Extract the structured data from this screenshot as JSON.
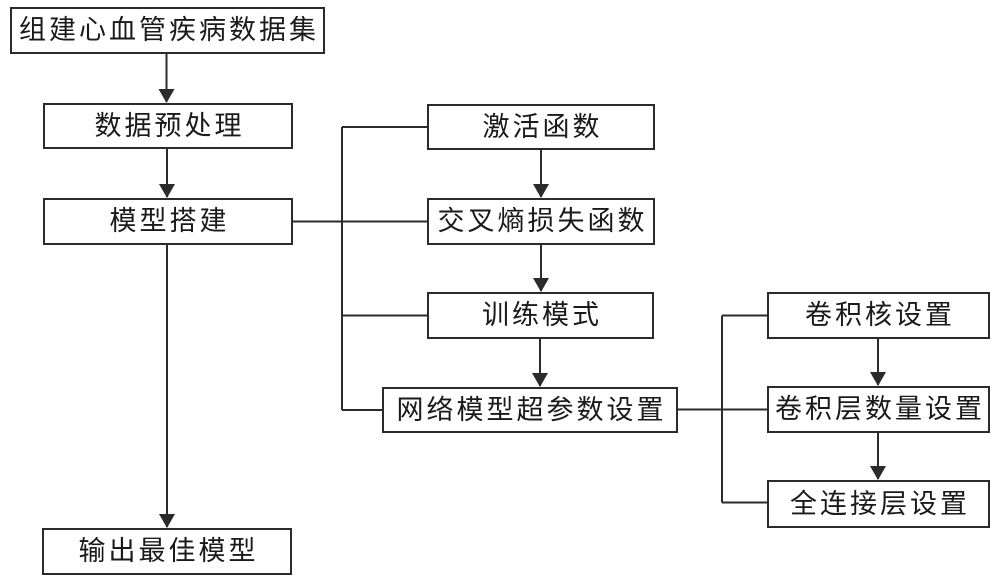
{
  "flowchart": {
    "nodes": {
      "build_dataset": {
        "label": "组建心血管疾病数据集"
      },
      "preprocess": {
        "label": "数据预处理"
      },
      "model_build": {
        "label": "模型搭建"
      },
      "output_model": {
        "label": "输出最佳模型"
      },
      "activation": {
        "label": "激活函数"
      },
      "cross_entropy": {
        "label": "交叉熵损失函数"
      },
      "training_mode": {
        "label": "训练模式"
      },
      "hyperparams": {
        "label": "网络模型超参数设置"
      },
      "conv_kernel": {
        "label": "卷积核设置"
      },
      "conv_layers": {
        "label": "卷积层数量设置"
      },
      "fc_layer": {
        "label": "全连接层设置"
      }
    },
    "edges": [
      {
        "from": "build_dataset",
        "to": "preprocess",
        "type": "arrow"
      },
      {
        "from": "preprocess",
        "to": "model_build",
        "type": "arrow"
      },
      {
        "from": "model_build",
        "to": "output_model",
        "type": "arrow"
      },
      {
        "from": "model_build",
        "to": "activation",
        "type": "line"
      },
      {
        "from": "model_build",
        "to": "cross_entropy",
        "type": "line"
      },
      {
        "from": "model_build",
        "to": "training_mode",
        "type": "line"
      },
      {
        "from": "model_build",
        "to": "hyperparams",
        "type": "line"
      },
      {
        "from": "activation",
        "to": "cross_entropy",
        "type": "arrow"
      },
      {
        "from": "cross_entropy",
        "to": "training_mode",
        "type": "arrow"
      },
      {
        "from": "training_mode",
        "to": "hyperparams",
        "type": "arrow"
      },
      {
        "from": "hyperparams",
        "to": "conv_kernel",
        "type": "line"
      },
      {
        "from": "hyperparams",
        "to": "conv_layers",
        "type": "line"
      },
      {
        "from": "hyperparams",
        "to": "fc_layer",
        "type": "line"
      },
      {
        "from": "conv_kernel",
        "to": "conv_layers",
        "type": "arrow"
      },
      {
        "from": "conv_layers",
        "to": "fc_layer",
        "type": "arrow"
      }
    ],
    "colors": {
      "line": "#2b2b2b",
      "box_border": "#2b2b2b",
      "box_fill": "#ffffff",
      "background": "#ffffff",
      "text": "#1a1a1a"
    }
  }
}
